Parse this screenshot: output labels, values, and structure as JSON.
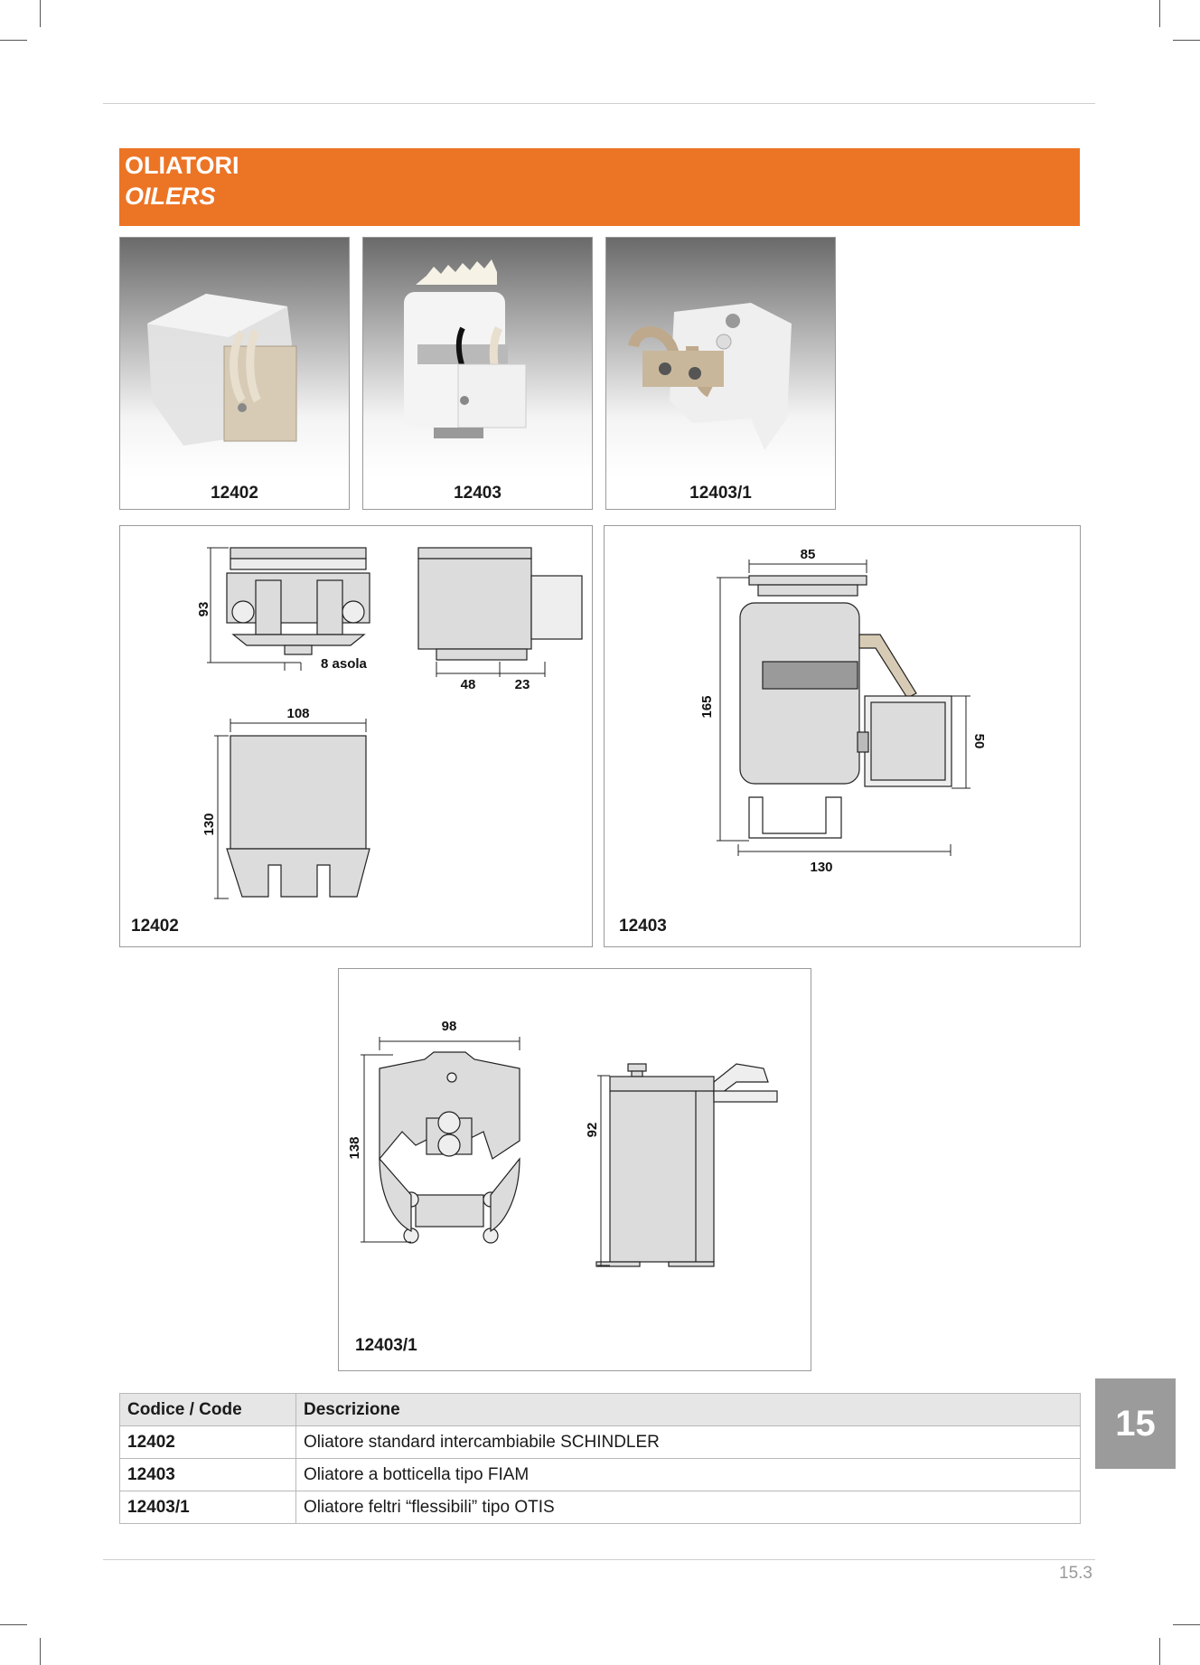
{
  "header": {
    "title_it": "OLIATORI",
    "title_en": "OILERS",
    "accent_color": "#ec7425"
  },
  "photos": [
    {
      "code": "12402"
    },
    {
      "code": "12403"
    },
    {
      "code": "12403/1"
    }
  ],
  "drawings": {
    "d12402": {
      "label": "12402",
      "dim_height": "93",
      "dim_slot": "8 asola",
      "dim_a": "48",
      "dim_b": "23",
      "dim_width": "108",
      "dim_height2": "130"
    },
    "d12403": {
      "label": "12403",
      "dim_top": "85",
      "dim_height": "165",
      "dim_side": "50",
      "dim_width": "130"
    },
    "d12403_1": {
      "label": "12403/1",
      "dim_width": "98",
      "dim_height": "138",
      "dim_side": "92"
    }
  },
  "table": {
    "headers": [
      "Codice / Code",
      "Descrizione"
    ],
    "rows": [
      {
        "code": "12402",
        "desc": "Oliatore standard intercambiabile SCHINDLER"
      },
      {
        "code": "12403",
        "desc": "Oliatore a botticella tipo FIAM"
      },
      {
        "code": "12403/1",
        "desc": "Oliatore feltri “flessibili” tipo OTIS"
      }
    ]
  },
  "chapter_tab": "15",
  "page_number": "15.3"
}
